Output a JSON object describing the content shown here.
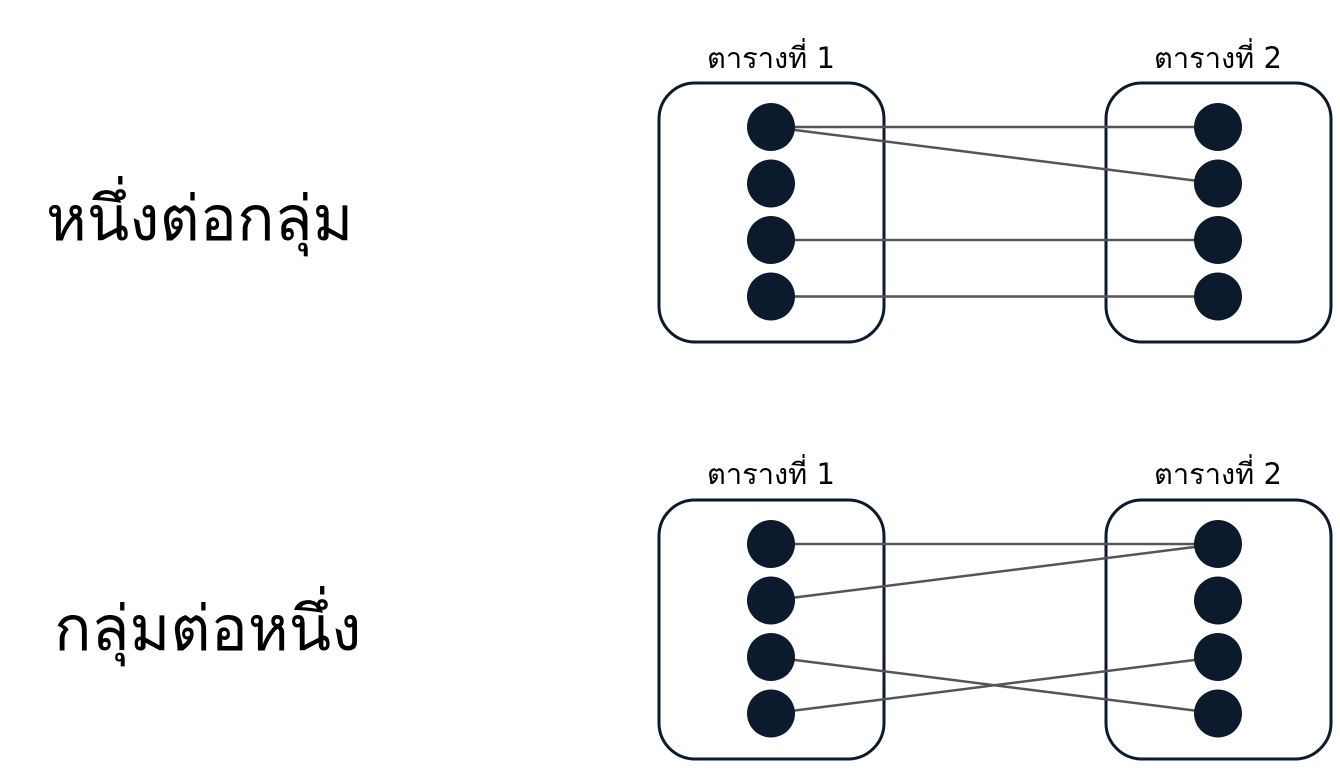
{
  "colors": {
    "node": "#0c1a2e",
    "box_stroke": "#0c1a2e",
    "link": "#555555",
    "text": "#000000",
    "background": "#ffffff"
  },
  "diagrams": [
    {
      "relation_label": "หนึ่งต่อกลุ่ม",
      "left_table": {
        "title": "ตารางที่ 1",
        "node_count": 4
      },
      "right_table": {
        "title": "ตารางที่ 2",
        "node_count": 4
      },
      "links": [
        [
          1,
          1
        ],
        [
          1,
          2
        ],
        [
          3,
          3
        ],
        [
          4,
          4
        ]
      ]
    },
    {
      "relation_label": "กลุ่มต่อหนึ่ง",
      "left_table": {
        "title": "ตารางที่ 1",
        "node_count": 4
      },
      "right_table": {
        "title": "ตารางที่ 2",
        "node_count": 4
      },
      "links": [
        [
          1,
          1
        ],
        [
          2,
          1
        ],
        [
          3,
          4
        ],
        [
          4,
          3
        ]
      ]
    }
  ]
}
